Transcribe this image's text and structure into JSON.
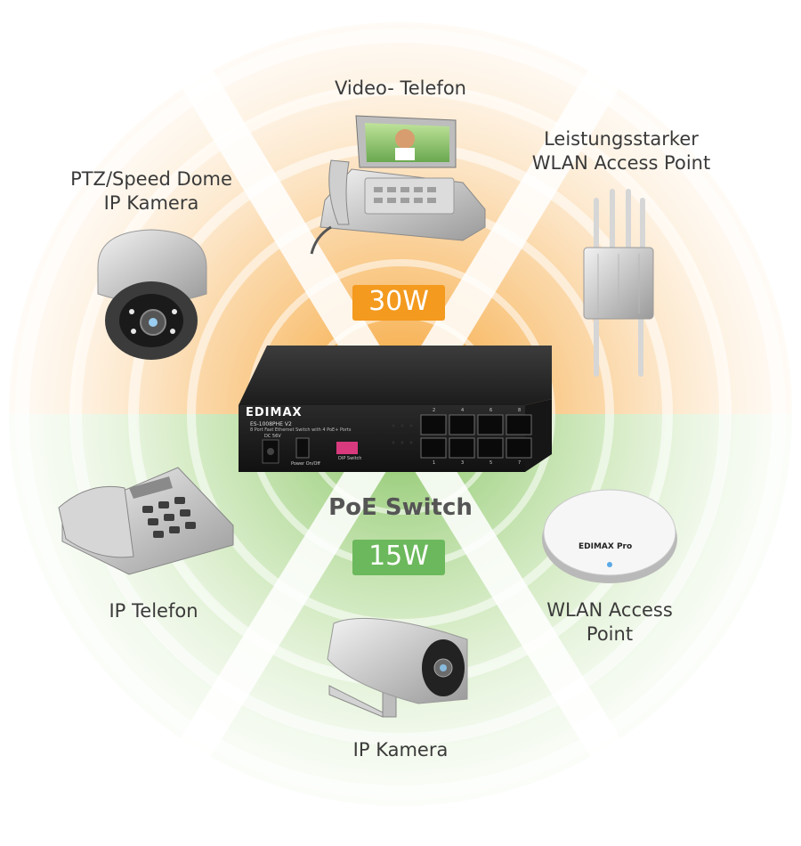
{
  "labels": {
    "video_phone": "Video- Telefon",
    "ptz_line1": "PTZ/Speed Dome",
    "ptz_line2": "IP Kamera",
    "ap_power_line1": "Leistungsstarker",
    "ap_power_line2": "WLAN Access Point",
    "ip_phone": "IP Telefon",
    "wlan_ap_line1": "WLAN Access",
    "wlan_ap_line2": "Point",
    "ip_camera": "IP Kamera"
  },
  "badges": {
    "high_power": "30W",
    "low_power": "15W"
  },
  "center_title": "PoE Switch",
  "switch": {
    "brand": "EDIMAX",
    "model": "ES-1008PHE V2",
    "description": "8 Port Fast Ethernet Switch with 4 PoE+ Ports",
    "dc_label": "DC 56V",
    "power_label": "Power On/Off",
    "dip_label": "DIP Switch",
    "port_numbers_top": [
      "2",
      "4",
      "6",
      "8"
    ],
    "port_numbers_bottom": [
      "1",
      "3",
      "5",
      "7"
    ]
  },
  "ap_brand": "EDIMAX Pro",
  "colors": {
    "orange_band": "#f6a94a",
    "green_band": "#9ccf7c",
    "badge_orange": "#f39a1f",
    "badge_green": "#6cb85c",
    "text": "#3a3a3a",
    "title": "#555555"
  }
}
